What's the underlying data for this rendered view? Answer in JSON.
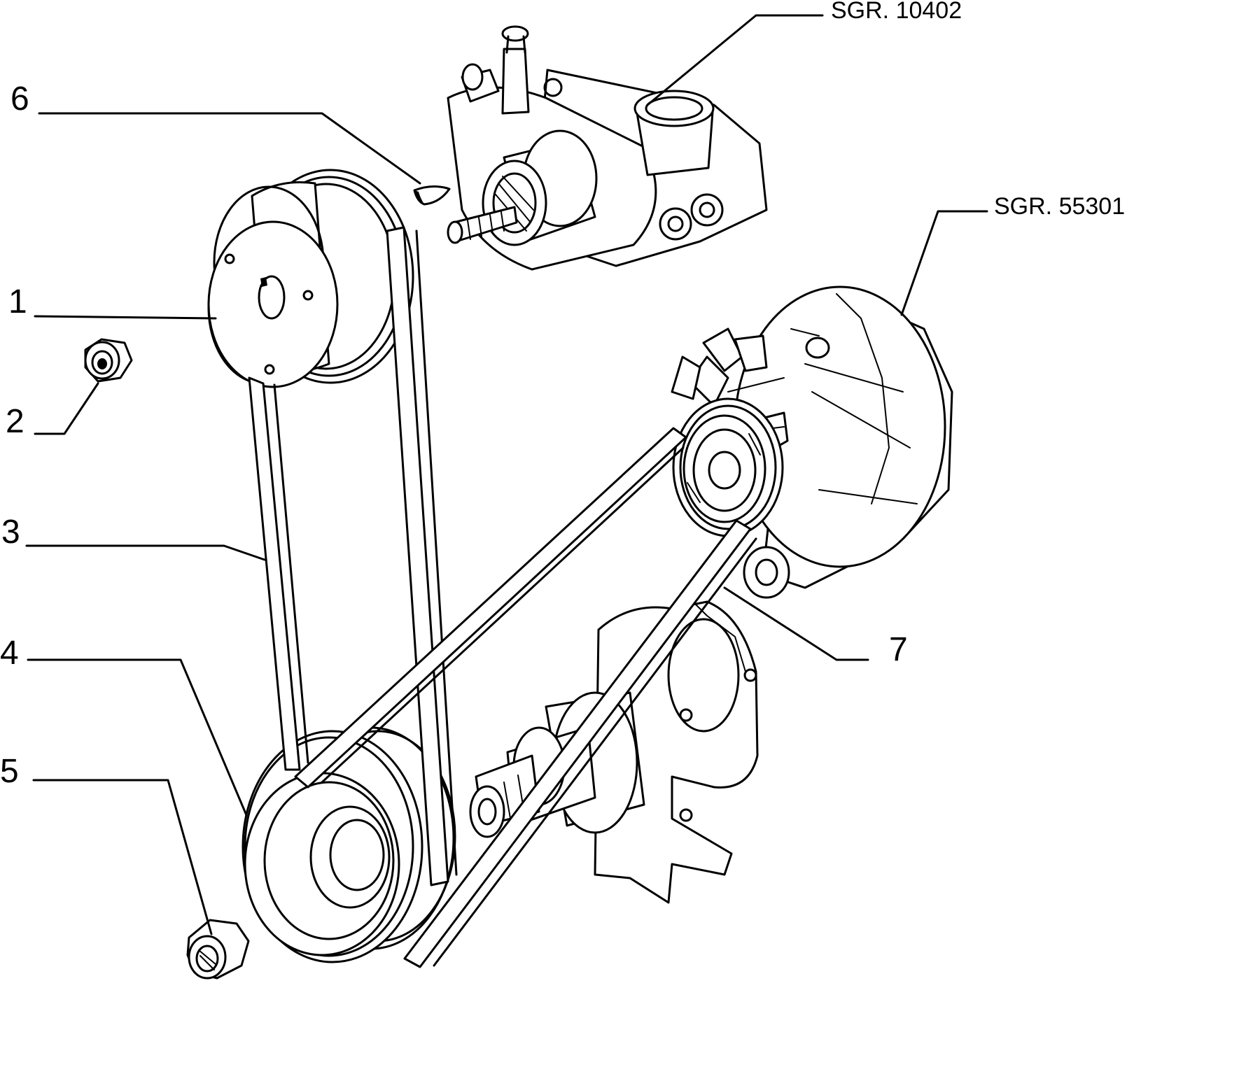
{
  "labels": {
    "item_1": "1",
    "item_2": "2",
    "item_3": "3",
    "item_4": "4",
    "item_5": "5",
    "item_6": "6",
    "item_7": "7",
    "ref_water_pump": "SGR. 10402",
    "ref_alternator": "SGR. 55301"
  }
}
